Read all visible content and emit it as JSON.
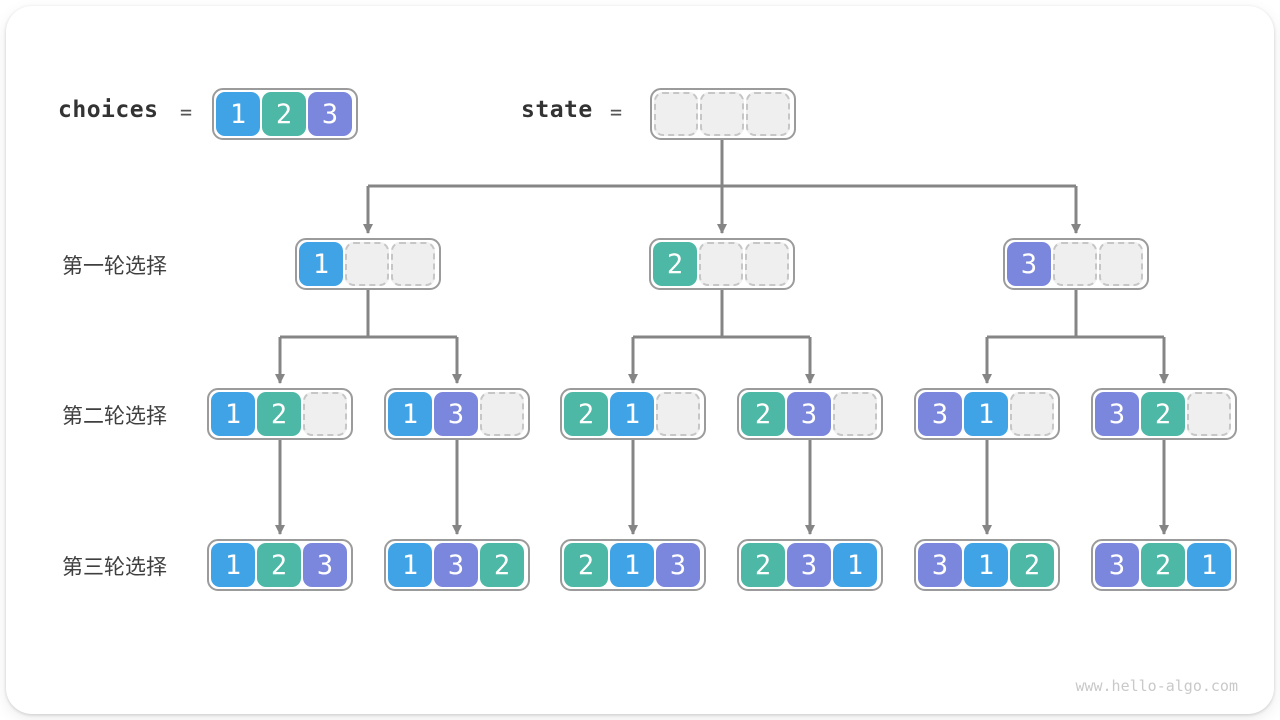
{
  "page": {
    "watermark": "www.hello-algo.com"
  },
  "colors": {
    "1": "#3FA3E6",
    "2": "#4DB8A6",
    "3": "#7B86DD",
    "arrow": "#858585",
    "box_border": "#9B9B9B",
    "empty_fill": "#EFEFEF",
    "empty_border": "#C6C6C6",
    "label_text": "#3F3F3F",
    "watermark_text": "#C9C9C9"
  },
  "header": {
    "choices_label": "choices",
    "equals": "=",
    "choices_values": [
      1,
      2,
      3
    ],
    "state_label": "state",
    "state_values": [],
    "slots_per_box": 3
  },
  "rows": [
    {
      "label": "第一轮选择",
      "boxes": [
        [
          1
        ],
        [
          2
        ],
        [
          3
        ]
      ]
    },
    {
      "label": "第二轮选择",
      "boxes": [
        [
          1,
          2
        ],
        [
          1,
          3
        ],
        [
          2,
          1
        ],
        [
          2,
          3
        ],
        [
          3,
          1
        ],
        [
          3,
          2
        ]
      ]
    },
    {
      "label": "第三轮选择",
      "boxes": [
        [
          1,
          2,
          3
        ],
        [
          1,
          3,
          2
        ],
        [
          2,
          1,
          3
        ],
        [
          2,
          3,
          1
        ],
        [
          3,
          1,
          2
        ],
        [
          3,
          2,
          1
        ]
      ]
    }
  ]
}
